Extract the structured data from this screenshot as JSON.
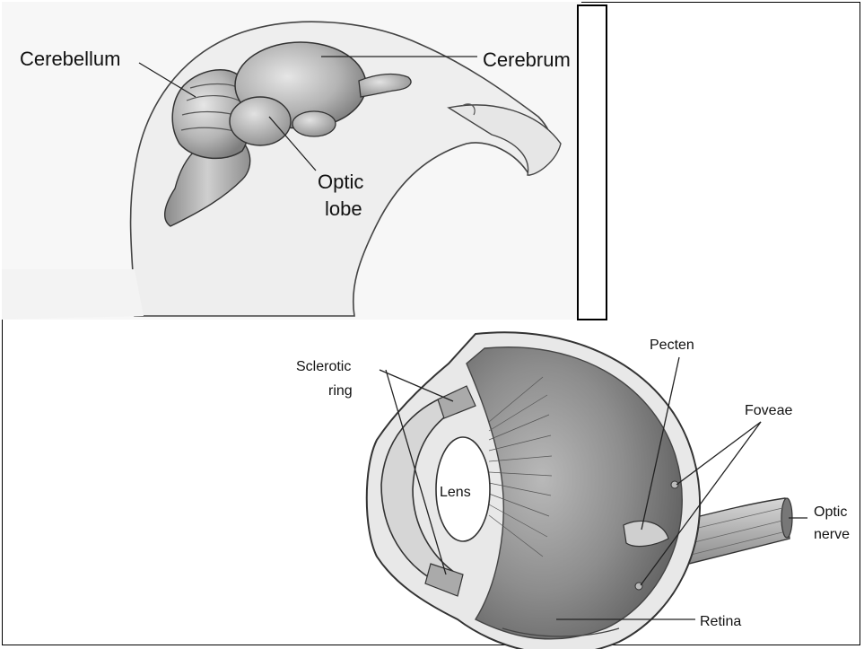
{
  "brain": {
    "cerebellum": "Cerebellum",
    "cerebrum": "Cerebrum",
    "optic_lobe_line1": "Optic",
    "optic_lobe_line2": "lobe"
  },
  "eye": {
    "sclerotic_line1": "Sclerotic",
    "sclerotic_line2": "ring",
    "lens": "Lens",
    "pecten": "Pecten",
    "foveae": "Foveae",
    "optic_nerve_line1": "Optic",
    "optic_nerve_line2": "nerve",
    "retina": "Retina"
  }
}
